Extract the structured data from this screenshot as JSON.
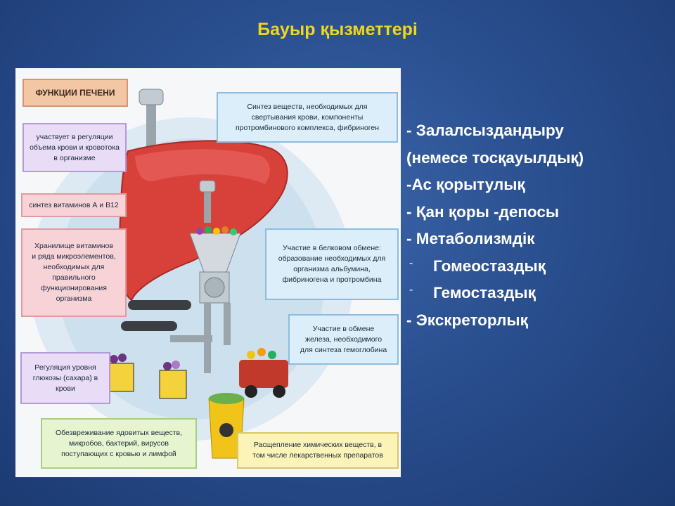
{
  "slide": {
    "title": "Бауыр қызметтері"
  },
  "figure": {
    "header": "ФУНКЦИИ ПЕЧЕНИ",
    "boxes": {
      "blood_volume": "участвует в регуляции\nобъема крови и кровотока\nв организме",
      "vitamins": "синтез витаминов А и B12",
      "storage": "Хранилище витаминов\nи ряда микроэлементов,\nнеобходимых для\nправильного\nфункционирования\nорганизма",
      "glucose": "Регуляция уровня\nглюкозы (сахара) в\nкрови",
      "detox": "Обезвреживание ядовитых веществ,\nмикробов, бактерий, вирусов\nпоступающих с кровью и лимфой",
      "clotting": "Синтез веществ, необходимых для\nсвертывания крови, компоненты\nпротромбинового комплекса, фибриноген",
      "protein": "Участие в белковом обмене:\nобразование необходимых для\nорганизма альбумина,\nфибриногена и протромбина",
      "iron": "Участие в обмене\nжелеза, необходимого\nдля синтеза гемоглобина",
      "chemicals": "Расщепление химических веществ, в\nтом числе лекарственных препаратов"
    }
  },
  "functions": {
    "items": [
      "- Залалсыздандыру",
      "(немесе тосқауылдық)",
      "-Ас қорытулық",
      "- Қан қоры -депосы",
      "- Метаболизмдік",
      "Гомеостаздық",
      "Гемостаздық",
      "- Экскреторлық"
    ],
    "sub_bullet": "-"
  },
  "colors": {
    "title": "#f2d61a",
    "text": "#ffffff",
    "background": "#2a4f8f"
  }
}
